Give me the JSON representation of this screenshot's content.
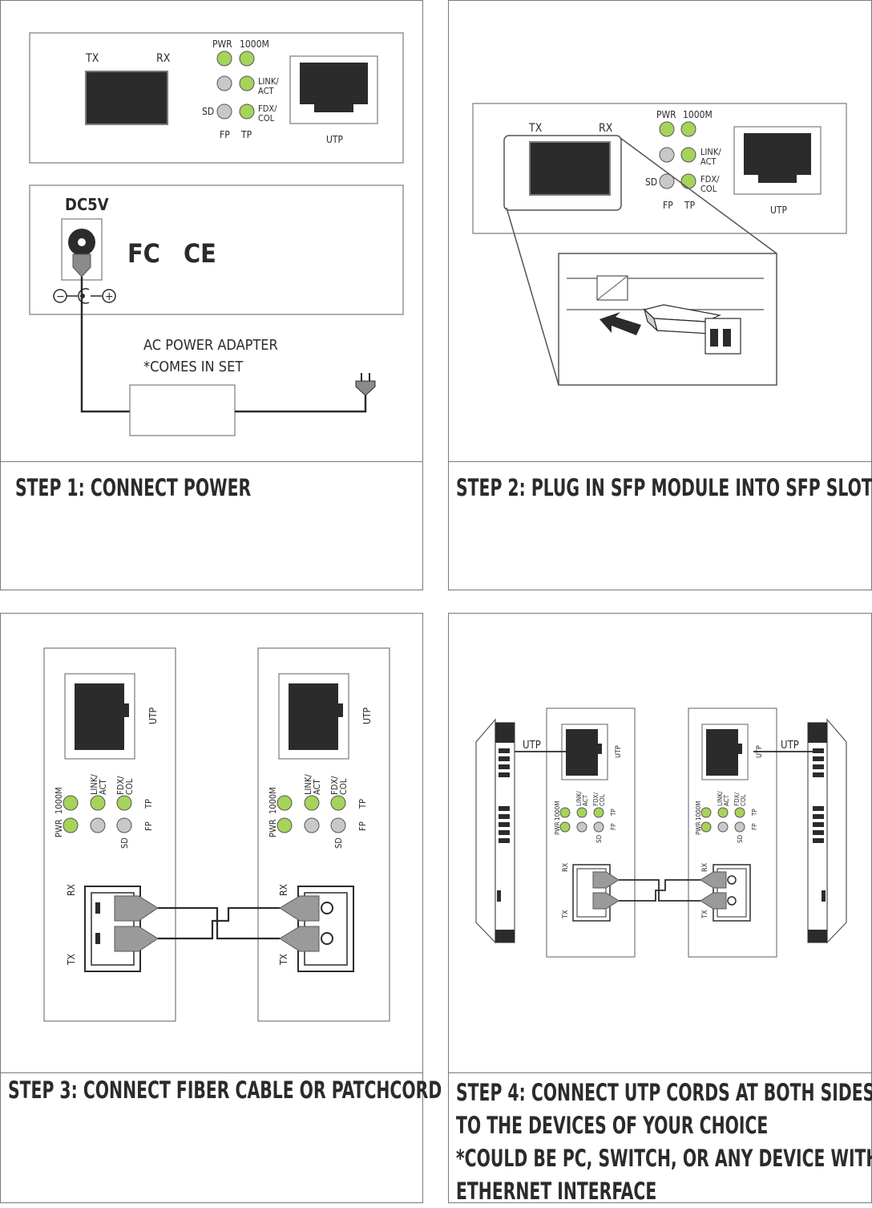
{
  "colors": {
    "led_green": "#a6d35a",
    "led_gray": "#c8c8c8",
    "port_dark": "#2b2b2b",
    "connector_gray": "#9a9a9a",
    "border": "#7a7a7a"
  },
  "device_labels": {
    "tx": "TX",
    "rx": "RX",
    "pwr": "PWR",
    "speed": "1000M",
    "link_act_1": "LINK/",
    "link_act_2": "ACT",
    "fdx_col_1": "FDX/",
    "fdx_col_2": "COL",
    "sd": "SD",
    "fp": "FP",
    "tp": "TP",
    "utp": "UTP"
  },
  "step1": {
    "title": "STEP 1: CONNECT POWER",
    "dc_label": "DC5V",
    "fc_mark": "FC",
    "ce_mark": "CE",
    "polarity_minus": "−",
    "polarity_plus": "+",
    "adapter_line1": "AC POWER ADAPTER",
    "adapter_line2": "*COMES IN SET"
  },
  "step2": {
    "title": "STEP 2: PLUG IN SFP MODULE INTO SFP SLOT"
  },
  "step3": {
    "title": "STEP 3: CONNECT FIBER CABLE OR PATCHCORD"
  },
  "step4": {
    "title_line1": "STEP 4: CONNECT UTP CORDS AT BOTH SIDES",
    "title_line2": "TO THE DEVICES OF YOUR CHOICE",
    "title_line3": "*COULD BE PC, SWITCH, OR ANY DEVICE WITH",
    "title_line4": "ETHERNET INTERFACE"
  },
  "icons": [
    "rj45-port-icon",
    "sfp-slot-icon",
    "led-icon",
    "dc-jack-icon",
    "power-plug-icon",
    "sfp-module-icon",
    "arrow-icon",
    "lc-connector-icon",
    "network-switch-icon"
  ]
}
